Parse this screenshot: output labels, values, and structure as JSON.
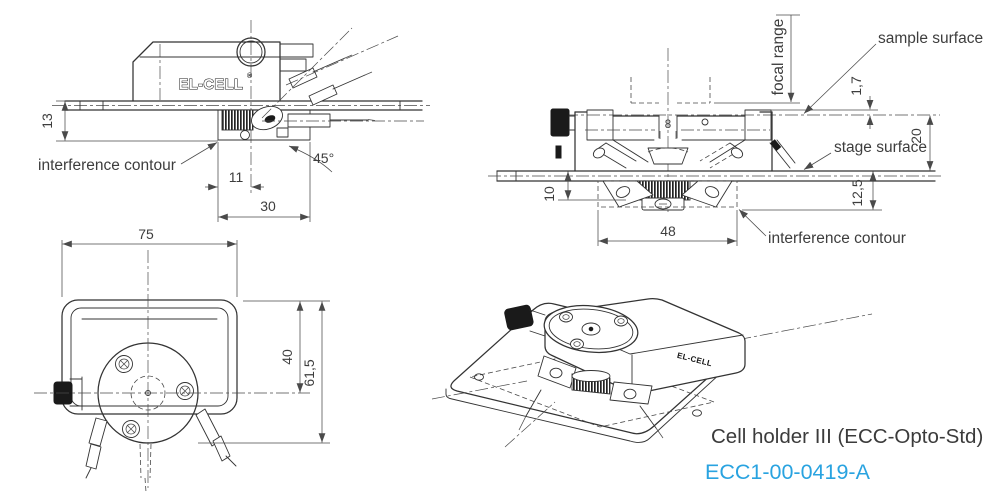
{
  "drawing": {
    "side_view": {
      "logo": "EL-CELL",
      "registered_mark": "®",
      "dim_13": "13",
      "dim_11": "11",
      "dim_30": "30",
      "dim_45": "45°",
      "label_interference": "interference contour"
    },
    "section_view": {
      "label_focal_range": "focal range",
      "label_sample_surface": "sample surface",
      "label_stage_surface": "stage surface",
      "label_interference": "interference contour",
      "dim_1_7": "1,7",
      "dim_20": "20",
      "dim_12_5": "12,5",
      "dim_10": "10",
      "dim_48": "48",
      "dim_8": "8"
    },
    "top_view": {
      "dim_75": "75",
      "dim_40": "40",
      "dim_61_5": "61,5"
    },
    "iso_view": {
      "logo": "EL-CELL"
    },
    "title_block": {
      "product_name": "Cell holder III (ECC-Opto-Std)",
      "part_number": "ECC1-00-0419-A"
    }
  },
  "colors": {
    "line": "#333333",
    "dim_text": "#3d3d3d",
    "accent_blue": "#29a3e0",
    "title_text": "#3b3b3b"
  }
}
